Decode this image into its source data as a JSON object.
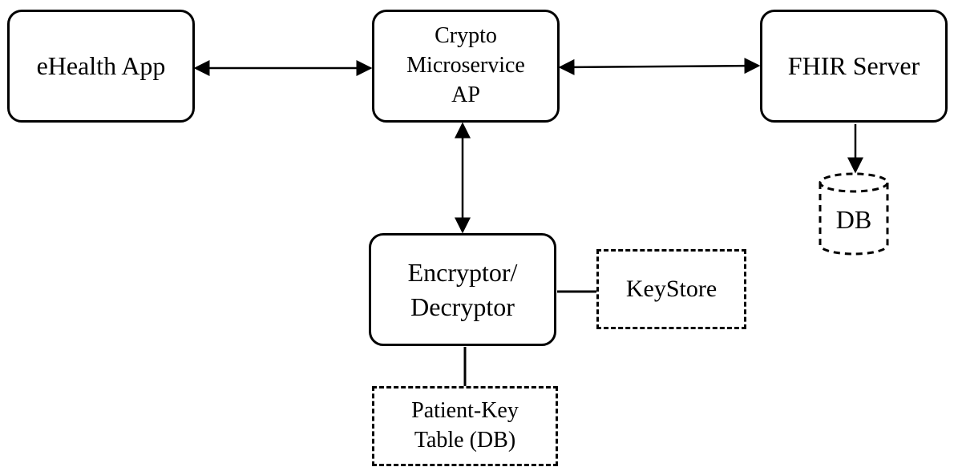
{
  "nodes": {
    "ehealth_app": {
      "label": "eHealth App"
    },
    "crypto_microservice": {
      "label": "Crypto\nMicroservice\nAP"
    },
    "fhir_server": {
      "label": "FHIR Server"
    },
    "encryptor_decryptor": {
      "label": "Encryptor/\nDecryptor"
    },
    "keystore": {
      "label": "KeyStore"
    },
    "patient_key_table": {
      "label": "Patient-Key\nTable (DB)"
    },
    "database": {
      "label": "DB"
    }
  },
  "edges": [
    {
      "from": "ehealth_app",
      "to": "crypto_microservice",
      "direction": "both"
    },
    {
      "from": "crypto_microservice",
      "to": "fhir_server",
      "direction": "both"
    },
    {
      "from": "crypto_microservice",
      "to": "encryptor_decryptor",
      "direction": "both"
    },
    {
      "from": "encryptor_decryptor",
      "to": "keystore",
      "direction": "none"
    },
    {
      "from": "encryptor_decryptor",
      "to": "patient_key_table",
      "direction": "none"
    },
    {
      "from": "fhir_server",
      "to": "database",
      "direction": "forward"
    }
  ],
  "colors": {
    "stroke": "#000000",
    "background": "#ffffff"
  }
}
